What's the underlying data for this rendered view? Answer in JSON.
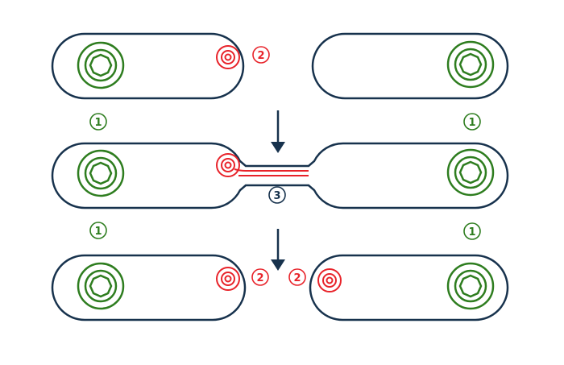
{
  "colors": {
    "outline": "#17324d",
    "green": "#2e7d1f",
    "red": "#e8232a",
    "background": "#ffffff"
  },
  "labels": {
    "marker_1": "1",
    "marker_2": "2",
    "marker_3": "3"
  },
  "icons": {
    "arrow": "down-arrow-icon",
    "green_ring": "concentric-circles-icon",
    "red_ring": "concentric-circles-icon"
  }
}
